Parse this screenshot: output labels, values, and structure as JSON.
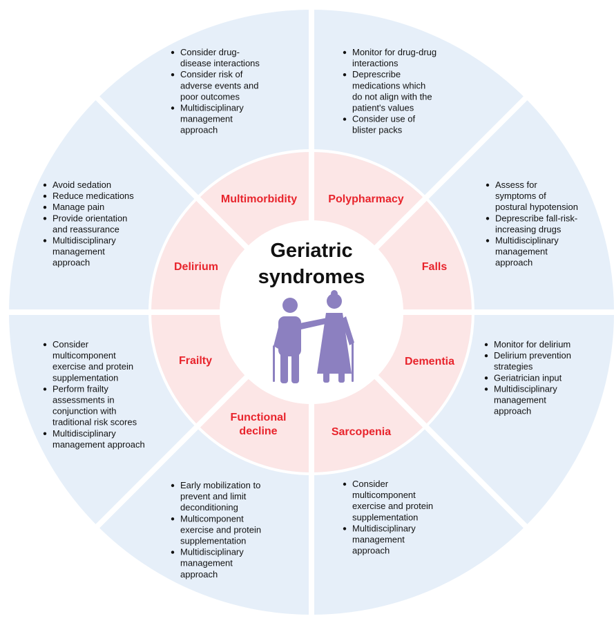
{
  "title_lines": [
    "Geriatric",
    "syndromes"
  ],
  "colors": {
    "outer": "#e6eff9",
    "inner": "#fce6e6",
    "center": "#ffffff",
    "divider": "#ffffff",
    "label": "#e8242c",
    "text": "#111111",
    "figure": "#8c80c0"
  },
  "syndromes": [
    {
      "name": [
        "Polypharmacy"
      ],
      "bullets": [
        [
          "Monitor for drug-drug",
          "interactions"
        ],
        [
          "Deprescribe",
          "medications which",
          "do not align with the",
          "patient's values"
        ],
        [
          "Consider use of",
          "blister packs"
        ]
      ]
    },
    {
      "name": [
        "Falls"
      ],
      "bullets": [
        [
          "Assess for",
          "symptoms of",
          "postural hypotension"
        ],
        [
          "Deprescribe fall-risk-",
          "increasing drugs"
        ],
        [
          "Multidisciplinary",
          "management",
          "approach"
        ]
      ]
    },
    {
      "name": [
        "Dementia"
      ],
      "bullets": [
        [
          "Monitor for delirium"
        ],
        [
          "Delirium prevention",
          "strategies"
        ],
        [
          "Geriatrician input"
        ],
        [
          "Multidisciplinary",
          "management",
          "approach"
        ]
      ]
    },
    {
      "name": [
        "Sarcopenia"
      ],
      "bullets": [
        [
          "Consider",
          "multicomponent",
          "exercise and protein",
          "supplementation"
        ],
        [
          "Multidisciplinary",
          "management",
          "approach"
        ]
      ]
    },
    {
      "name": [
        "Functional",
        "decline"
      ],
      "bullets": [
        [
          "Early mobilization to",
          "prevent and limit",
          "deconditioning"
        ],
        [
          "Multicomponent",
          "exercise and protein",
          "supplementation"
        ],
        [
          "Multidisciplinary",
          "management",
          "approach"
        ]
      ]
    },
    {
      "name": [
        "Frailty"
      ],
      "bullets": [
        [
          "Consider",
          "multicomponent",
          "exercise and protein",
          "supplementation"
        ],
        [
          "Perform frailty",
          "assessments in",
          "conjunction with",
          "traditional risk scores"
        ],
        [
          "Multidisciplinary",
          "management approach"
        ]
      ]
    },
    {
      "name": [
        "Delirium"
      ],
      "bullets": [
        [
          "Avoid sedation"
        ],
        [
          "Reduce medications"
        ],
        [
          "Manage pain"
        ],
        [
          "Provide orientation",
          "and reassurance"
        ],
        [
          "Multidisciplinary",
          "management",
          "approach"
        ]
      ]
    },
    {
      "name": [
        "Multimorbidity"
      ],
      "bullets": [
        [
          "Consider drug-",
          "disease interactions"
        ],
        [
          "Consider risk of",
          "adverse events and",
          "poor outcomes"
        ],
        [
          "Multidisciplinary",
          "management",
          "approach"
        ]
      ]
    }
  ]
}
